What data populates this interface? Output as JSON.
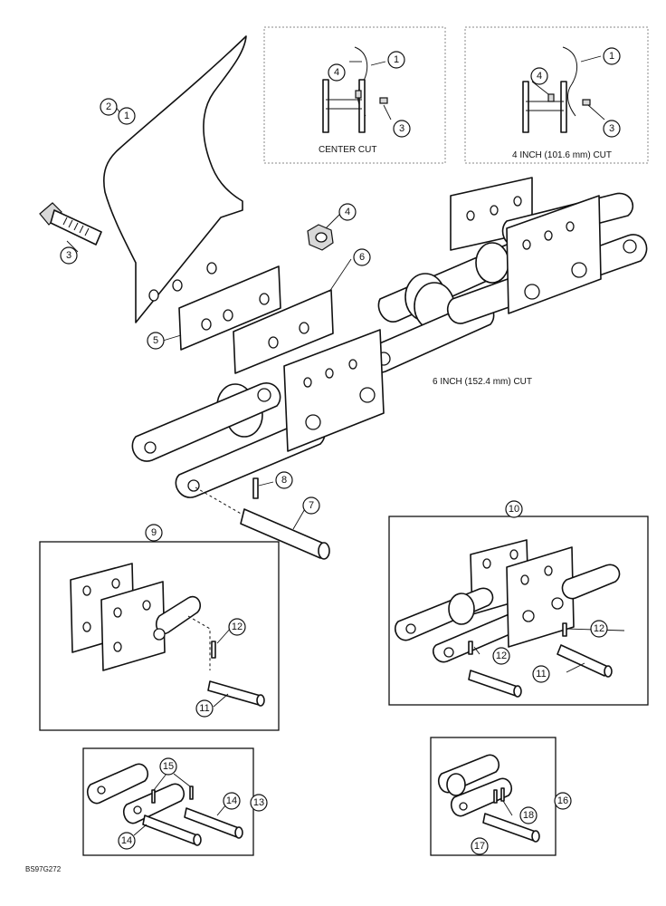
{
  "captions": {
    "center_cut": "CENTER CUT",
    "four_inch_cut": "4 INCH (101.6 mm) CUT",
    "six_inch_cut": "6 INCH (152.4 mm) CUT"
  },
  "callouts": {
    "c1": "1",
    "c2": "2",
    "c3": "3",
    "c4": "4",
    "c5": "5",
    "c6": "6",
    "c7": "7",
    "c8": "8",
    "c9": "9",
    "c10": "10",
    "c11": "11",
    "c12": "12",
    "c13": "13",
    "c14": "14",
    "c15": "15",
    "c16": "16",
    "c17": "17",
    "c18": "18"
  },
  "figure_ref": "BS97G272"
}
